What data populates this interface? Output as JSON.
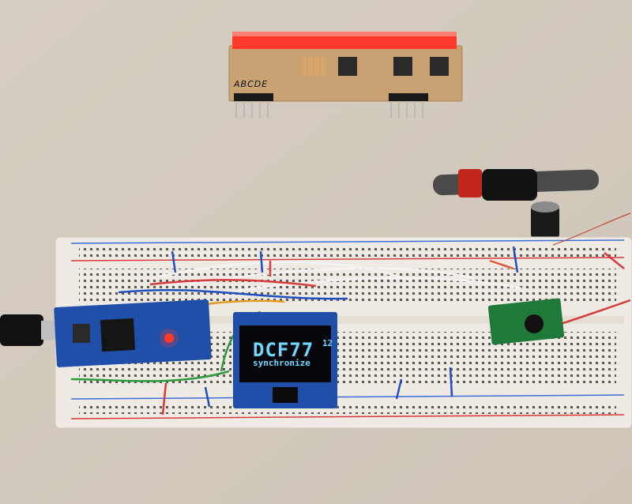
{
  "oled": {
    "line1": "DCF77",
    "line1_sup": "12",
    "line2": "synchronize",
    "text_color": "#6fd8ff"
  },
  "pcb": {
    "silk_label": "ABCDE"
  },
  "colors": {
    "table": "#d8cfc4",
    "breadboard": "#efebe4",
    "arduino": "#1f4fa8",
    "led_red": "#ff3a2a",
    "pcb_board": "#c9a273",
    "module_green": "#1f7a3a"
  }
}
